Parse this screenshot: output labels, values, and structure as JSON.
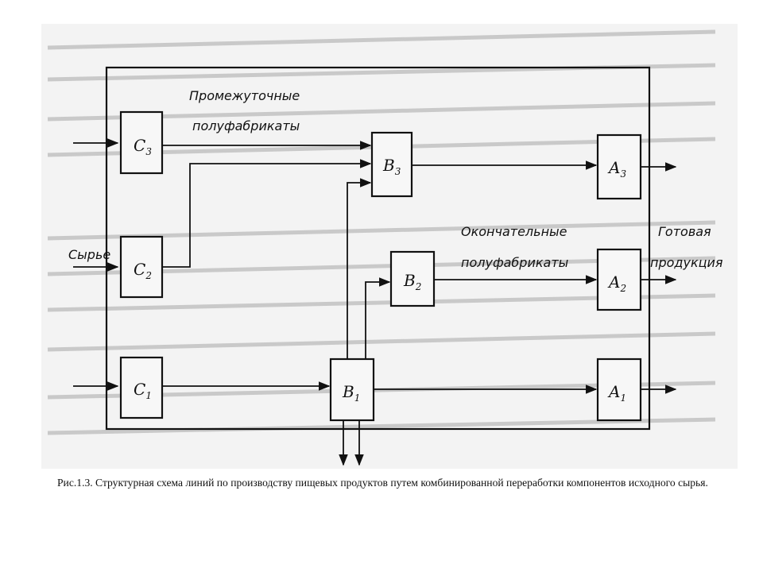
{
  "labels": {
    "intermediate": [
      "Промежуточные",
      "полуфабрикаты"
    ],
    "final": [
      "Окончательные",
      "полуфабрикаты"
    ],
    "raw": "Сырье",
    "product": [
      "Готовая",
      "продукция"
    ]
  },
  "blocks": {
    "c3": {
      "letter": "C",
      "sub": "3"
    },
    "c2": {
      "letter": "C",
      "sub": "2"
    },
    "c1": {
      "letter": "C",
      "sub": "1"
    },
    "b3": {
      "letter": "B",
      "sub": "3"
    },
    "b2": {
      "letter": "B",
      "sub": "2"
    },
    "b1": {
      "letter": "B",
      "sub": "1"
    },
    "a3": {
      "letter": "A",
      "sub": "3"
    },
    "a2": {
      "letter": "A",
      "sub": "2"
    },
    "a1": {
      "letter": "A",
      "sub": "1"
    }
  },
  "caption": "Рис.1.3. Структурная схема линий по производству пищевых продуктов путем  комбинированной переработки компонентов исходного сырья."
}
